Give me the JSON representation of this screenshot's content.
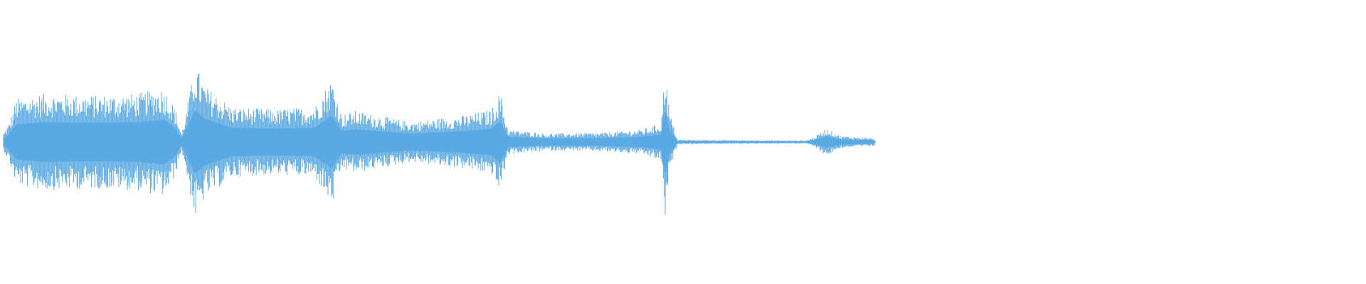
{
  "waveform": {
    "color": "#5aa9e3",
    "background": "#ffffff",
    "envelope": [
      {
        "t": 0.0,
        "a": 0.04
      },
      {
        "t": 0.006,
        "a": 0.22
      },
      {
        "t": 0.012,
        "a": 0.55
      },
      {
        "t": 0.03,
        "a": 0.62
      },
      {
        "t": 0.07,
        "a": 0.6
      },
      {
        "t": 0.1,
        "a": 0.62
      },
      {
        "t": 0.12,
        "a": 0.7
      },
      {
        "t": 0.128,
        "a": 0.45
      },
      {
        "t": 0.133,
        "a": 0.1
      },
      {
        "t": 0.138,
        "a": 0.55
      },
      {
        "t": 0.143,
        "a": 1.0
      },
      {
        "t": 0.15,
        "a": 0.72
      },
      {
        "t": 0.17,
        "a": 0.45
      },
      {
        "t": 0.2,
        "a": 0.42
      },
      {
        "t": 0.23,
        "a": 0.45
      },
      {
        "t": 0.243,
        "a": 0.82
      },
      {
        "t": 0.25,
        "a": 0.35
      },
      {
        "t": 0.26,
        "a": 0.4
      },
      {
        "t": 0.3,
        "a": 0.26
      },
      {
        "t": 0.34,
        "a": 0.34
      },
      {
        "t": 0.36,
        "a": 0.42
      },
      {
        "t": 0.366,
        "a": 0.65
      },
      {
        "t": 0.372,
        "a": 0.16
      },
      {
        "t": 0.4,
        "a": 0.11
      },
      {
        "t": 0.44,
        "a": 0.12
      },
      {
        "t": 0.47,
        "a": 0.16
      },
      {
        "t": 0.484,
        "a": 0.24
      },
      {
        "t": 0.487,
        "a": 1.0
      },
      {
        "t": 0.49,
        "a": 0.4
      },
      {
        "t": 0.496,
        "a": 0.03
      },
      {
        "t": 0.59,
        "a": 0.02
      },
      {
        "t": 0.596,
        "a": 0.06
      },
      {
        "t": 0.605,
        "a": 0.18
      },
      {
        "t": 0.615,
        "a": 0.08
      },
      {
        "t": 0.64,
        "a": 0.05
      },
      {
        "t": 0.641,
        "a": 0.0
      },
      {
        "t": 1.0,
        "a": 0.0
      }
    ]
  }
}
